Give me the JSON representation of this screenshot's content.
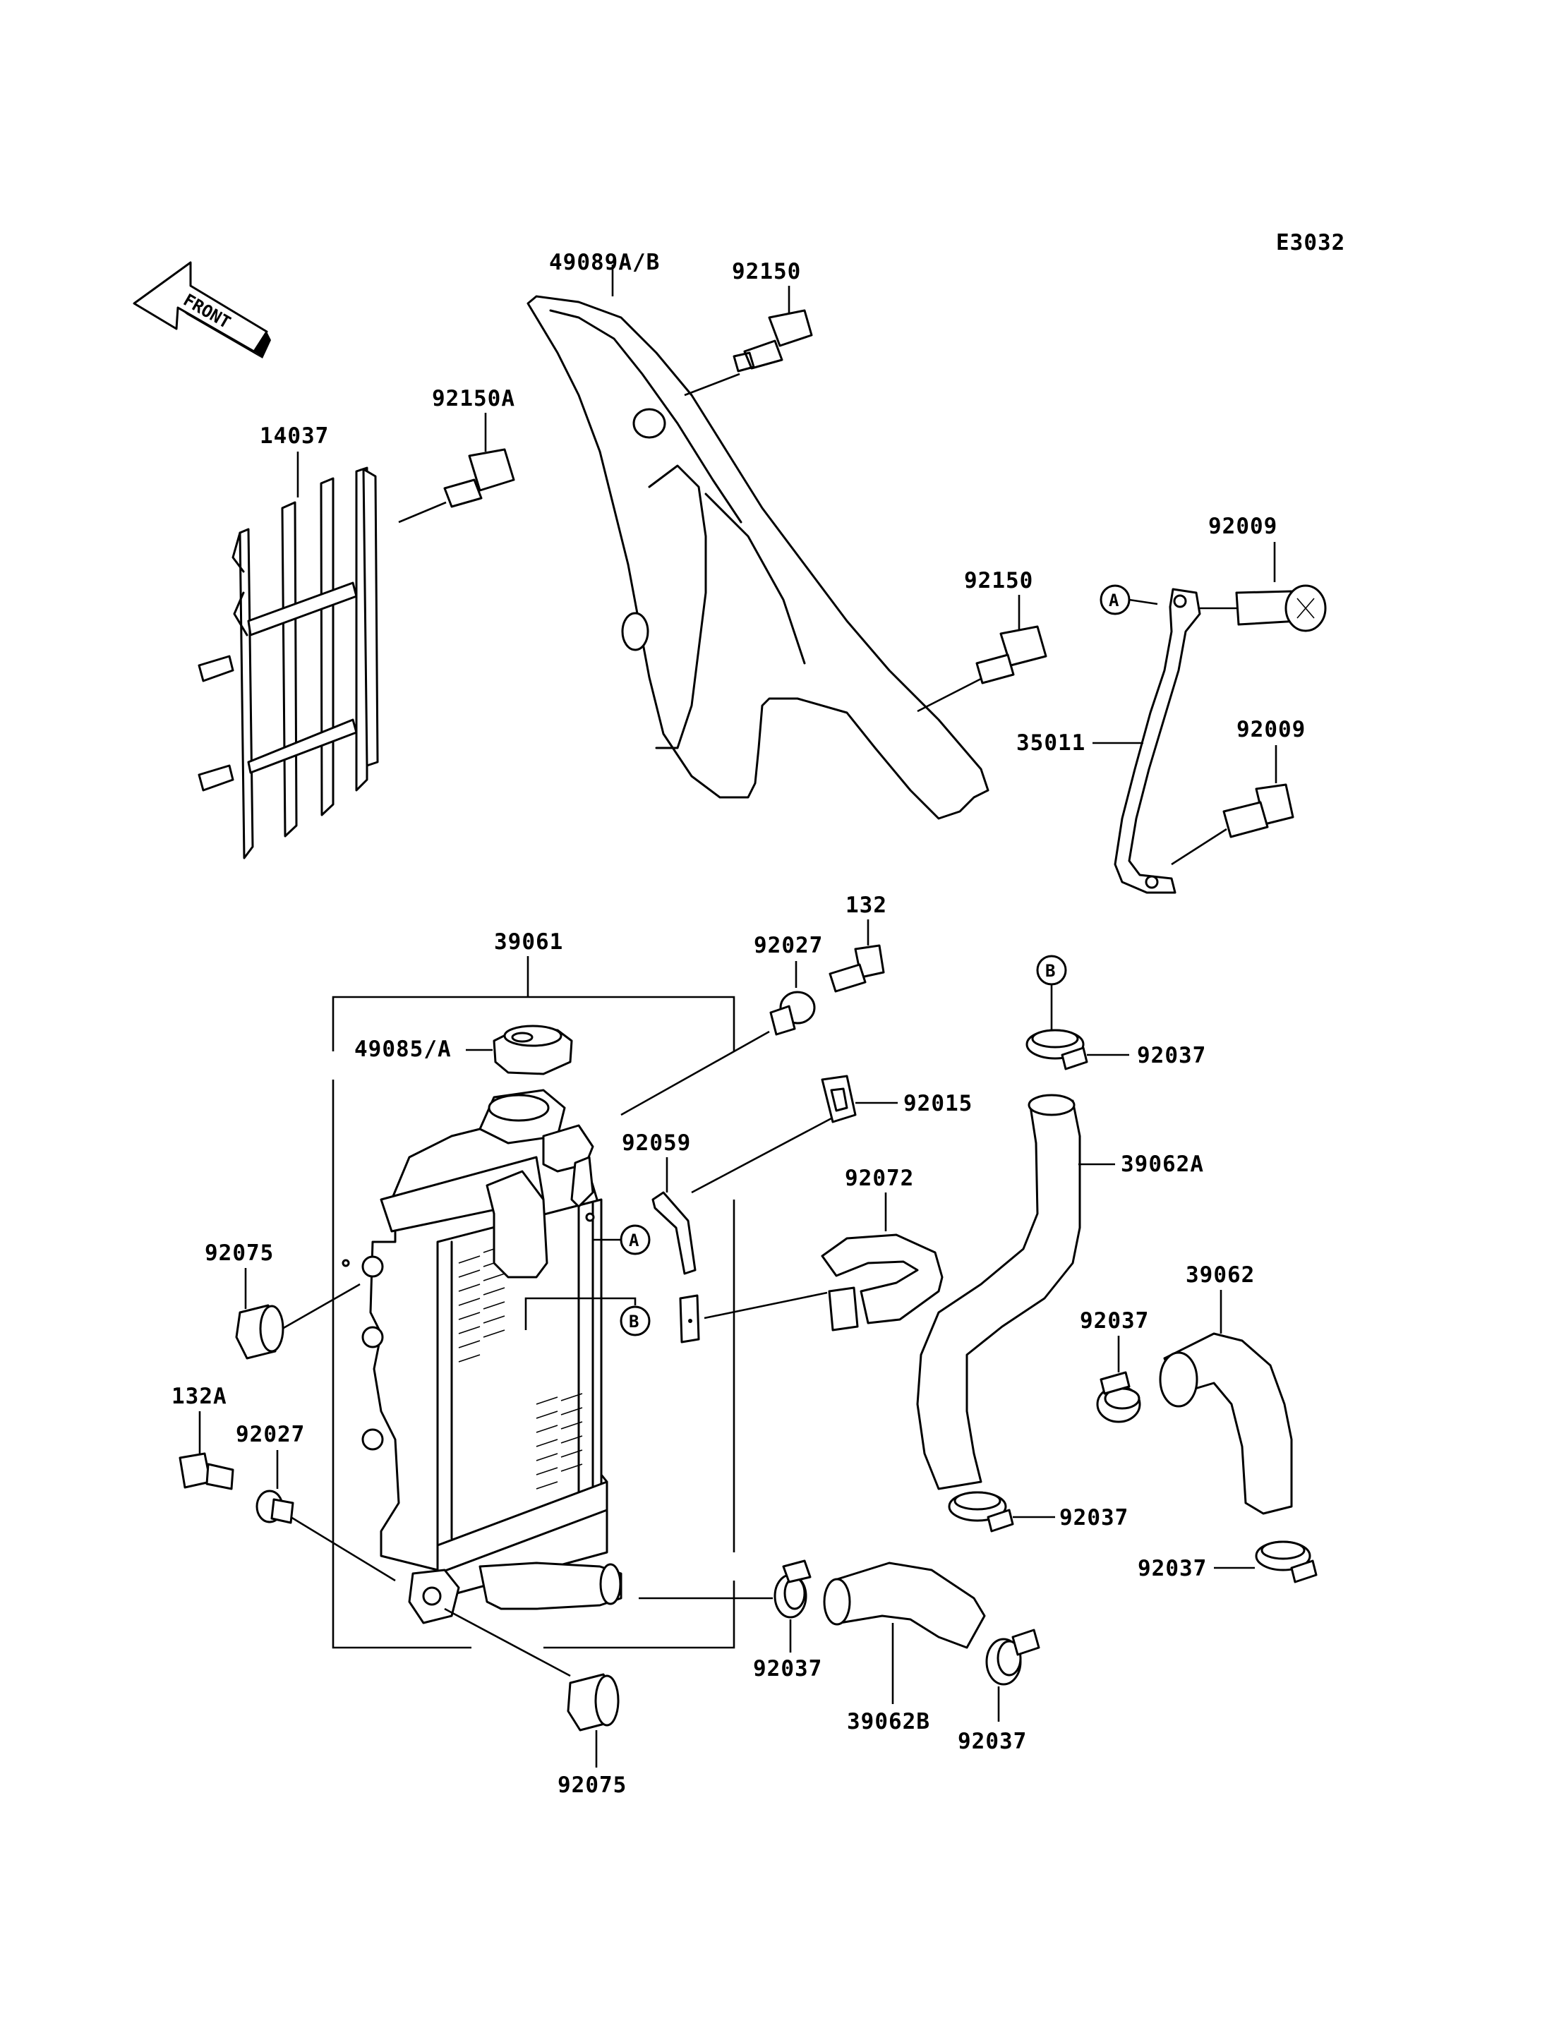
{
  "diagram_code": "E3032",
  "front_label": "FRONT",
  "callouts": {
    "A": "A",
    "B": "B"
  },
  "labels": {
    "p49089": "49089A/B",
    "p92150_top": "92150",
    "p92150A": "92150A",
    "p14037": "14037",
    "p92150_mid": "92150",
    "p92009_top": "92009",
    "p35011": "35011",
    "p92009_bottom": "92009",
    "p132": "132",
    "p92027_top": "92027",
    "p39061": "39061",
    "p49085": "49085/A",
    "p92015": "92015",
    "p92037_b": "92037",
    "p92059": "92059",
    "p39062A": "39062A",
    "p92072": "92072",
    "p92075_left": "92075",
    "p39062": "39062",
    "p92037_mid": "92037",
    "p132A": "132A",
    "p92027_left": "92027",
    "p92037_lower": "92037",
    "p92037_right": "92037",
    "p92037_bottom_left": "92037",
    "p39062B": "39062B",
    "p92037_bottom_right": "92037",
    "p92075_bottom": "92075"
  }
}
